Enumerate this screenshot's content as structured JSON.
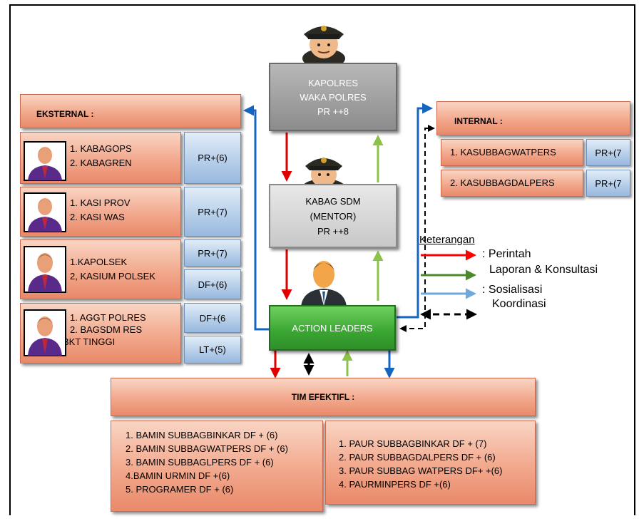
{
  "top": {
    "line1": "KAPOLRES",
    "line2": "WAKA POLRES",
    "line3": "PR ++8"
  },
  "mentor": {
    "line1": "KABAG SDM",
    "line2": "(MENTOR)",
    "line3": "PR ++8"
  },
  "action": {
    "label": "ACTION LEADERS"
  },
  "eksternal": {
    "title": "EKSTERNAL :",
    "groups": [
      {
        "lines": [
          "1. KABAGOPS",
          "2. KABAGREN"
        ],
        "badges": [
          "PR+(6)"
        ]
      },
      {
        "lines": [
          "1. KASI PROV",
          "2. KASI WAS"
        ],
        "badges": [
          "PR+(7)"
        ]
      },
      {
        "lines": [
          "1.KAPOLSEK",
          "2, KASIUM POLSEK"
        ],
        "badges": [
          "PR+(7)",
          "DF+(6)"
        ]
      },
      {
        "lines": [
          "1. AGGT POLRES",
          "2. BAGSDM RES",
          "BKT TINGGI"
        ],
        "badges": [
          "DF+(6",
          "LT+(5)"
        ]
      }
    ]
  },
  "internal": {
    "title": "INTERNAL :",
    "items": [
      {
        "label": "1. KASUBBAGWATPERS",
        "badge": "PR+(7"
      },
      {
        "label": "2. KASUBBAGDALPERS",
        "badge": "PR+(7"
      }
    ]
  },
  "legend": {
    "title": "Keterangan",
    "items": [
      {
        "label": ": Perintah",
        "color": "#ff0000",
        "style": "solid"
      },
      {
        "label": "Laporan & Konsultasi",
        "color": "#4a8a2a",
        "style": "solid"
      },
      {
        "label": ": Sosialisasi",
        "color": "#6fa8dc",
        "style": "solid"
      },
      {
        "label": "Koordinasi",
        "color": "#000000",
        "style": "dashed"
      }
    ]
  },
  "tim": {
    "title": "TIM EFEKTIFL :",
    "left": [
      "1. BAMIN SUBBAGBINKAR DF + (6)",
      "2. BAMIN SUBBAGWATPERS DF + (6)",
      "3. BAMIN SUBBAGLPERS DF + (6)",
      "4.BAMIN URMIN DF +(6)",
      "5. PROGRAMER DF + (6)"
    ],
    "right": [
      "1. PAUR SUBBAGBINKAR DF + (7)",
      "2. PAUR SUBBAGDALPERS DF + (6)",
      "3. PAUR SUBBAG WATPERS DF+ +(6)",
      "4. PAURMINPERS DF +(6)"
    ]
  },
  "colors": {
    "perintah": "#ff0000",
    "laporan": "#8bc34a",
    "sosialisasi": "#1565c0",
    "koordinasi": "#000000"
  }
}
